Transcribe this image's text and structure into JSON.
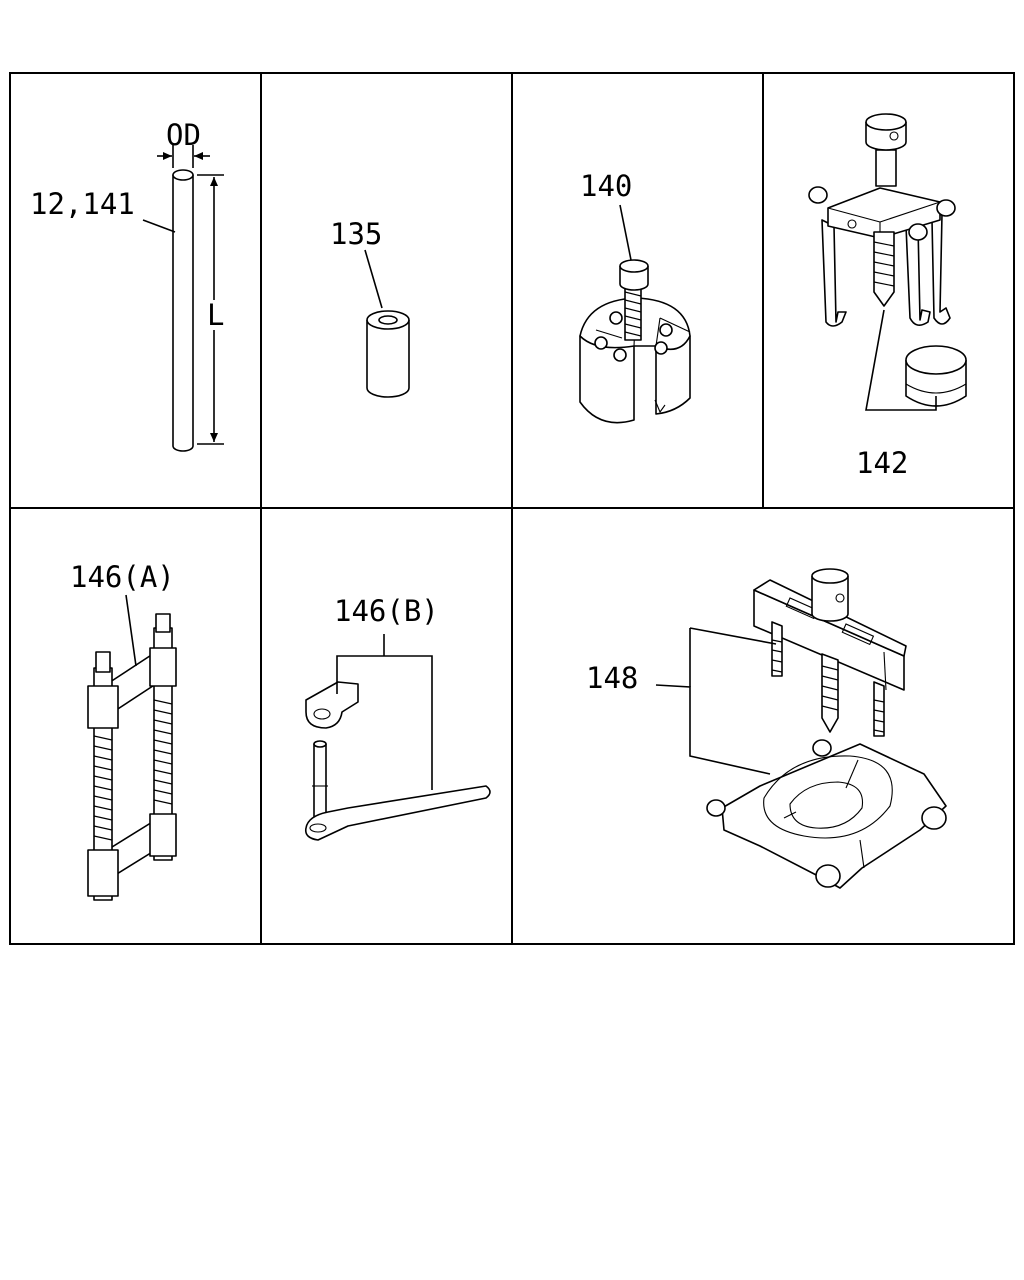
{
  "labels": {
    "rod": "12,141",
    "od": "OD",
    "length": "L",
    "p135": "135",
    "p140": "140",
    "p142": "142",
    "p146a": "146(A)",
    "p146b": "146(B)",
    "p148": "148"
  }
}
